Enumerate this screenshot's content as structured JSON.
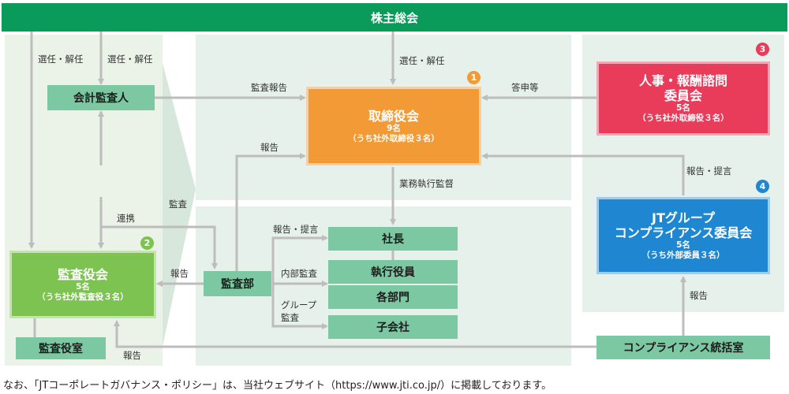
{
  "top_bar": {
    "label": "株主総会"
  },
  "boxes": {
    "kaikei": "会計監査人",
    "torishimari": {
      "title": "取締役会",
      "count": "9名",
      "note": "（うち社外取締役３名）"
    },
    "jinji": {
      "title1": "人事・報酬諮問",
      "title2": "委員会",
      "count": "5名",
      "note": "（うち社外取締役３名）"
    },
    "kansayakukai": {
      "title": "監査役会",
      "count": "5名",
      "note": "（うち社外監査役３名）"
    },
    "kansabu": "監査部",
    "shacho": "社長",
    "shikko": "執行役員",
    "kakubumon": "各部門",
    "kogaisha": "子会社",
    "compliance": {
      "title1": "JTグループ",
      "title2": "コンプライアンス委員会",
      "count": "5名",
      "note": "（うち外部委員３名）"
    },
    "kansayakushitsu": "監査役室",
    "compliance_office": "コンプライアンス統括室"
  },
  "badges": {
    "b1": "1",
    "b2": "2",
    "b3": "3",
    "b4": "4"
  },
  "labels": {
    "senin1": "選任・解任",
    "senin2": "選任・解任",
    "senin3": "選任・解任",
    "kansa_hokoku": "監査報告",
    "toshin": "答申等",
    "hokoku_kansabu": "報告",
    "gyomu": "業務執行監督",
    "hokoku_teigen_comp": "報告・提言",
    "kansa": "監査",
    "renkei": "連携",
    "hokoku_teigen": "報告・提言",
    "hokoku_left": "報告",
    "naibu": "内部監査",
    "group1": "グループ",
    "group2": "監査",
    "hokoku_bottom": "報告",
    "hokoku_comp": "報告"
  },
  "footnote": "なお、「JTコーポレートガバナンス・ポリシー」は、当社ウェブサイト（https://www.jti.co.jp/）に掲載しております。",
  "colors": {
    "top": "#0a9a5a",
    "orange": "#f29a35",
    "red": "#e93b5a",
    "blue": "#1f87d2",
    "green_box": "#7cc8a2",
    "audit_green": "#7dc351",
    "panel": "#e6f1ec",
    "panel_left": "#ebf3e8",
    "arrow": "#bdbdbd"
  }
}
